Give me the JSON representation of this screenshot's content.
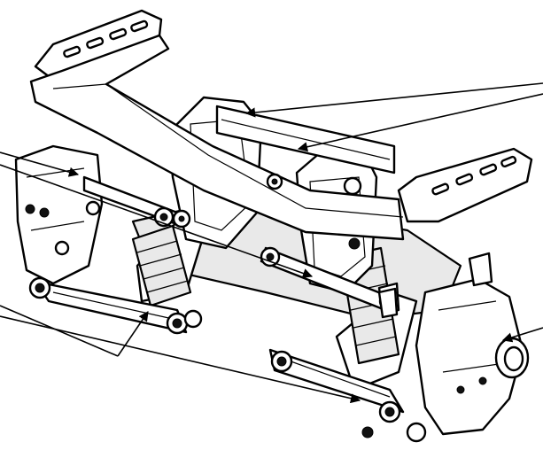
{
  "figure": {
    "kind": "technical exploded-view line drawing",
    "subject": "rc-car-front-suspension-assembly",
    "background": "#ffffff",
    "ink": "#000000",
    "shading": "#e9e9e9"
  },
  "callouts": [
    {
      "id": "left-upper",
      "targets": 2
    },
    {
      "id": "left-lower",
      "targets": 2
    },
    {
      "id": "right-top",
      "targets": 2
    },
    {
      "id": "right-middle",
      "targets": 1
    }
  ]
}
